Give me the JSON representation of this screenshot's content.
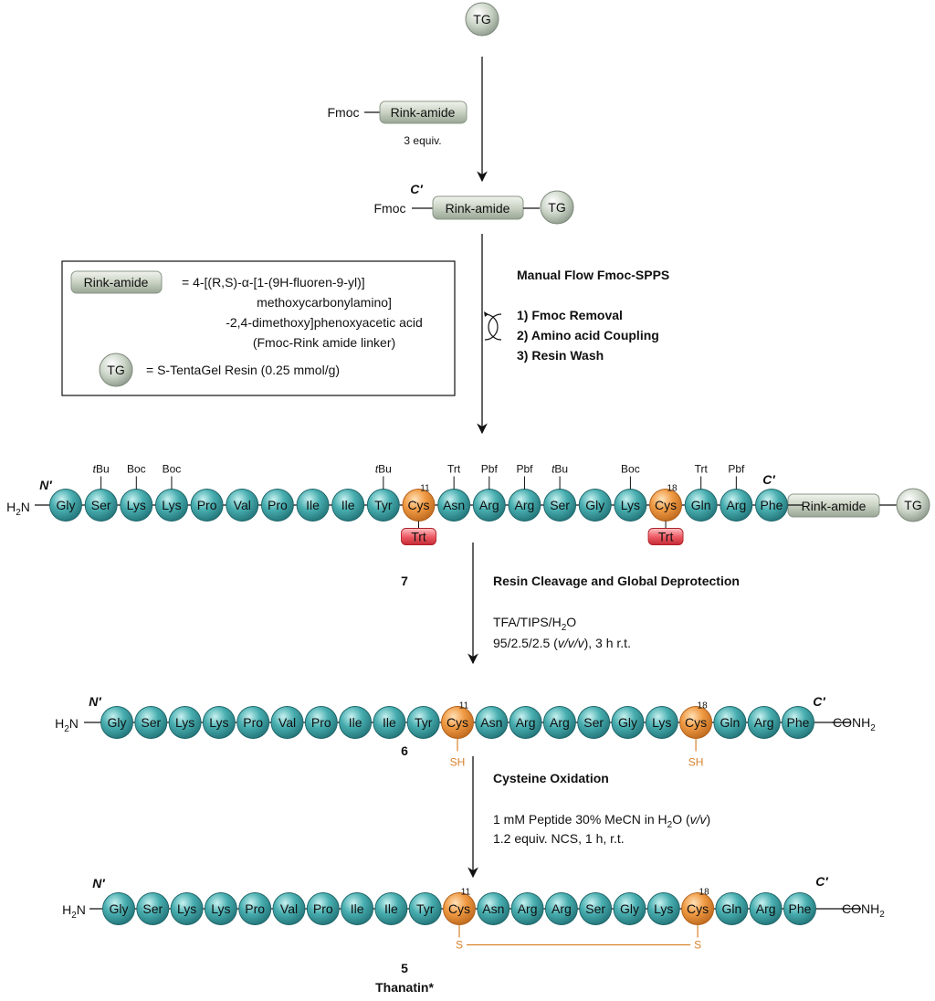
{
  "resin": {
    "tg_label": "TG",
    "fmoc_label": "Fmoc",
    "rink_label": "Rink-amide",
    "equiv_label": "3 equiv.",
    "c_prime_label": "C′",
    "n_prime_label": "N′"
  },
  "legend": {
    "rink_line1": "= 4-[(R,S)-α-[1-(9H-fluoren-9-yl)]",
    "rink_line2": "methoxycarbonylamino]",
    "rink_line3": "-2,4-dimethoxy]phenoxyacetic acid",
    "rink_line4": "(Fmoc-Rink amide linker)",
    "tg_desc": "= S-TentaGel Resin (0.25 mmol/g)"
  },
  "steps": {
    "spps_title": "Manual Flow Fmoc-SPPS",
    "spps_step1": "1) Fmoc Removal",
    "spps_step2": "2) Amino acid Coupling",
    "spps_step3": "3) Resin Wash",
    "cleavage_title": "Resin Cleavage and Global Deprotection",
    "cleavage_reagent": "TFA/TIPS/H₂O",
    "cleavage_conditions_pre": "95/2.5/2.5 (",
    "cleavage_conditions_italic": "v/v/v",
    "cleavage_conditions_post": "), 3 h r.t.",
    "oxidation_title": "Cysteine Oxidation",
    "oxidation_line1_pre": "1 mM Peptide 30% MeCN in H₂O (",
    "oxidation_line1_italic": "v/v",
    "oxidation_line1_post": ")",
    "oxidation_line2": "1.2 equiv. NCS, 1 h, r.t."
  },
  "peptide": {
    "residues": [
      "Gly",
      "Ser",
      "Lys",
      "Lys",
      "Pro",
      "Val",
      "Pro",
      "Ile",
      "Ile",
      "Tyr",
      "Cys",
      "Asn",
      "Arg",
      "Arg",
      "Ser",
      "Gly",
      "Lys",
      "Cys",
      "Gln",
      "Arg",
      "Phe"
    ],
    "protecting_groups": [
      {
        "residue_index": 1,
        "label_pre": "t",
        "label_post": "Bu"
      },
      {
        "residue_index": 2,
        "label_pre": "",
        "label_post": "Boc"
      },
      {
        "residue_index": 3,
        "label_pre": "",
        "label_post": "Boc"
      },
      {
        "residue_index": 9,
        "label_pre": "t",
        "label_post": "Bu"
      },
      {
        "residue_index": 11,
        "label_pre": "",
        "label_post": "Trt"
      },
      {
        "residue_index": 12,
        "label_pre": "",
        "label_post": "Pbf"
      },
      {
        "residue_index": 13,
        "label_pre": "",
        "label_post": "Pbf"
      },
      {
        "residue_index": 14,
        "label_pre": "t",
        "label_post": "Bu"
      },
      {
        "residue_index": 16,
        "label_pre": "",
        "label_post": "Boc"
      },
      {
        "residue_index": 18,
        "label_pre": "",
        "label_post": "Trt"
      },
      {
        "residue_index": 19,
        "label_pre": "",
        "label_post": "Pbf"
      }
    ],
    "cys_numbers": [
      "11",
      "18"
    ],
    "cys_protect": "Trt",
    "n_term": "H₂N",
    "c_term": "CONH₂",
    "thiol": "SH",
    "sulfur": "S",
    "compound7": "7",
    "compound6": "6",
    "compound5": "5",
    "compound5_name": "Thanatin*"
  },
  "colors": {
    "residue_teal": "#3a9b9e",
    "cys_orange": "#e88a32",
    "trt_red": "#e0464f",
    "pill_gray": "#c7d0c0",
    "orange_text": "#d9822b"
  }
}
